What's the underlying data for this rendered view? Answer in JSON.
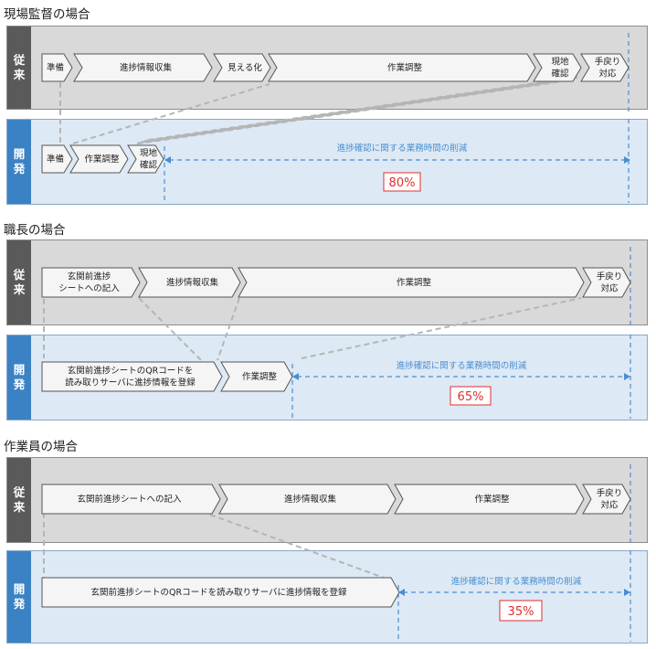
{
  "labels": {
    "old": "従来",
    "new": "開発"
  },
  "sections": [
    {
      "title": "現場監督の場合",
      "old_steps": [
        "準備",
        "進捗情報収集",
        "見える化",
        "作業調整",
        "現地\n確認",
        "手戻り\n対応"
      ],
      "new_steps": [
        "準備",
        "作業調整",
        "現地\n確認"
      ],
      "reduction_label": "進捗確認に関する業務時間の削減",
      "percent": "80%"
    },
    {
      "title": "職長の場合",
      "old_steps": [
        "玄関前進捗\nシートへの記入",
        "進捗情報収集",
        "作業調整",
        "手戻り\n対応"
      ],
      "new_steps": [
        "玄関前進捗シートのQRコードを\n読み取りサーバに進捗情報を登録",
        "作業調整"
      ],
      "reduction_label": "進捗確認に関する業務時間の削減",
      "percent": "65%"
    },
    {
      "title": "作業員の場合",
      "old_steps": [
        "玄関前進捗シートへの記入",
        "進捗情報収集",
        "作業調整",
        "手戻り\n対応"
      ],
      "new_steps": [
        "玄関前進捗シートのQRコードを読み取りサーバに進捗情報を登録"
      ],
      "reduction_label": "進捗確認に関する業務時間の削減",
      "percent": "35%"
    }
  ],
  "colors": {
    "old_panel": "#d9d9d9",
    "new_panel": "#dde9f5",
    "old_tab": "#5a5a5a",
    "new_tab": "#3b82c4",
    "arrow_fill": "#f5f5f5",
    "arrow_stroke": "#555555",
    "dash_blue": "#4a8ed0",
    "dash_gray": "#b5b5b5",
    "percent": "#e03030"
  }
}
